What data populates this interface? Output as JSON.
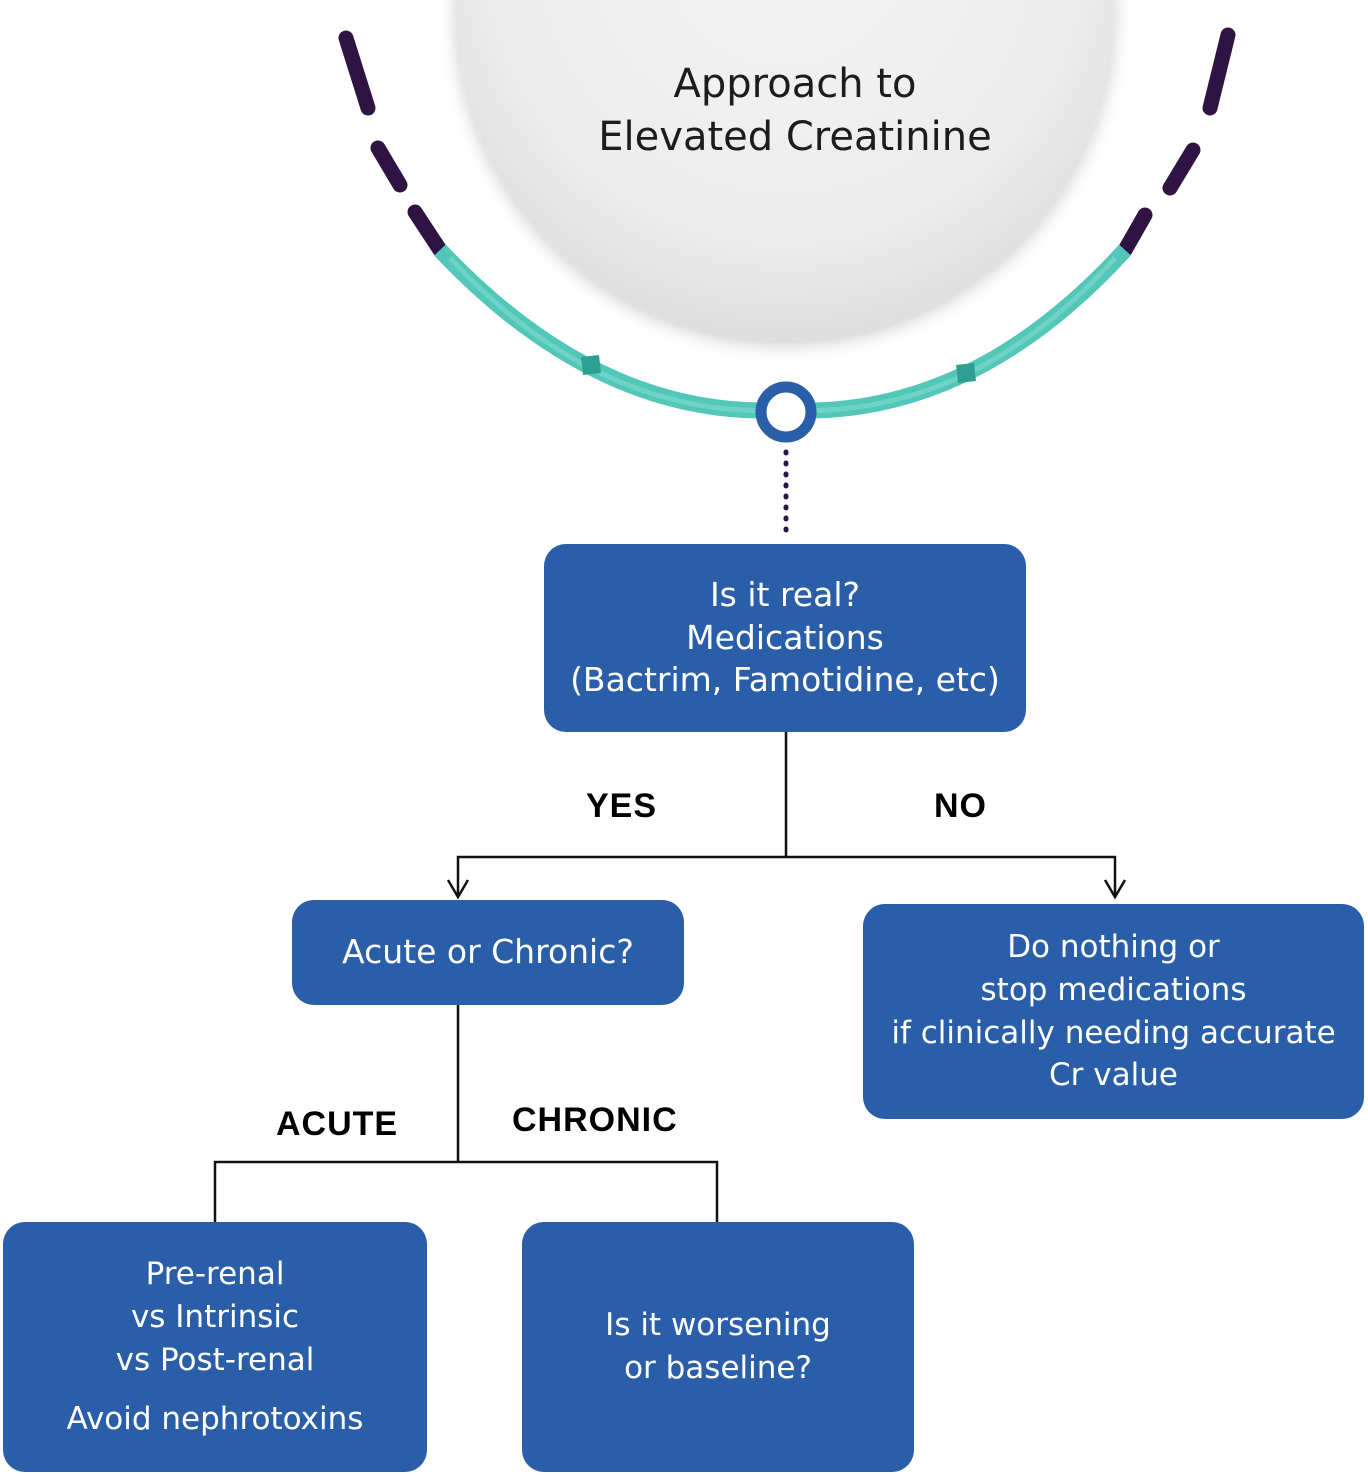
{
  "title": {
    "line1": "Approach to",
    "line2": "Elevated Creatinine"
  },
  "nodes": {
    "is_it_real": {
      "line1": "Is it real?",
      "line2": "Medications",
      "line3": "(Bactrim, Famotidine, etc)"
    },
    "acute_or_chronic": {
      "line1": "Acute or Chronic?"
    },
    "do_nothing": {
      "line1": "Do nothing or",
      "line2": "stop medications",
      "line3": "if clinically needing accurate",
      "line4": "Cr value"
    },
    "pre_renal": {
      "line1": "Pre-renal",
      "line2": "vs Intrinsic",
      "line3": "vs Post-renal",
      "line4": "Avoid nephrotoxins"
    },
    "worsening": {
      "line1": "Is it worsening",
      "line2": "or baseline?"
    }
  },
  "edges": {
    "yes": "YES",
    "no": "NO",
    "acute": "ACUTE",
    "chronic": "CHRONIC"
  },
  "colors": {
    "box_fill": "#2a5ea9",
    "arc_teal": "#4fc7b9",
    "arc_dark": "#2f1443",
    "node_ring": "#2a5ea9"
  }
}
